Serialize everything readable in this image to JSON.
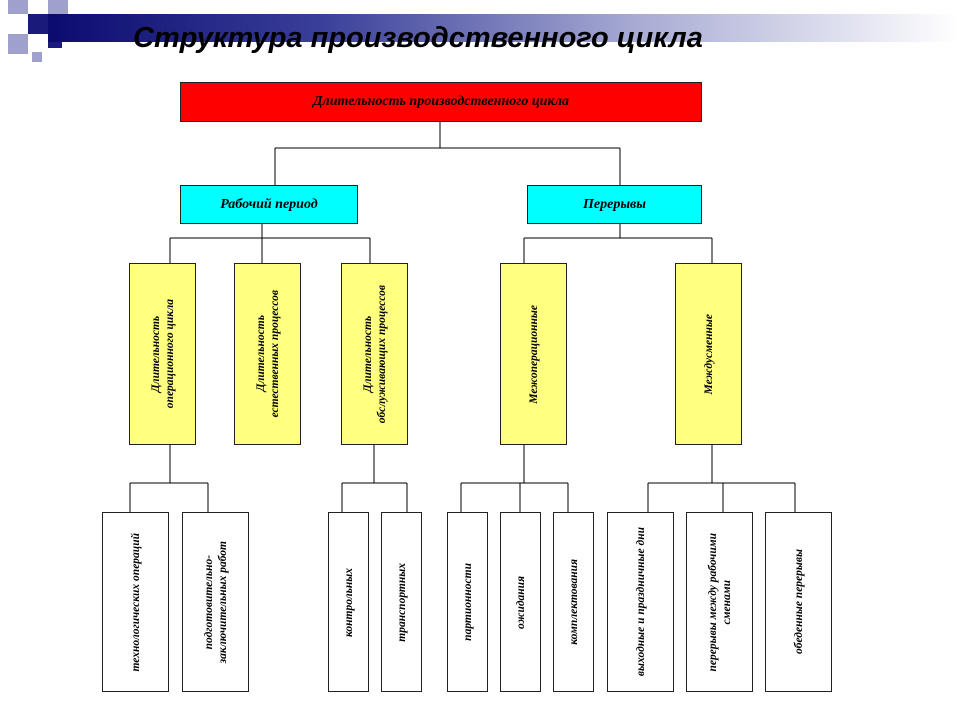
{
  "title": "Структура производственного цикла",
  "colors": {
    "root": "#ff0000",
    "level1": "#00ffff",
    "level2": "#ffff80",
    "leaf": "#ffffff",
    "header_bar": "#0b0b6e",
    "deco_square_dark": "#1a1a7a",
    "deco_square_light": "#9a9ac8"
  },
  "diagram": {
    "root": "Длительность производственного цикла",
    "working_period": "Рабочий период",
    "breaks": "Перерывы",
    "working_components": [
      "Длительность\nоперационного цикла",
      "Длительность\nестественных  процессов",
      "Длительность\nобслуживающих процессов"
    ],
    "break_types": [
      "Межоперационные",
      "Междусменные"
    ],
    "operational_leaves": [
      "технологических операций",
      "подготовительно-\nзаключительных работ"
    ],
    "service_leaves": [
      "контрольных",
      "транспортных"
    ],
    "interoperation_leaves": [
      "партионности",
      "ожидания",
      "комплектования"
    ],
    "intershift_leaves": [
      "выходные и праздничные дни",
      "перерывы между рабочими\nсменами",
      "обеденные перерывы"
    ]
  }
}
